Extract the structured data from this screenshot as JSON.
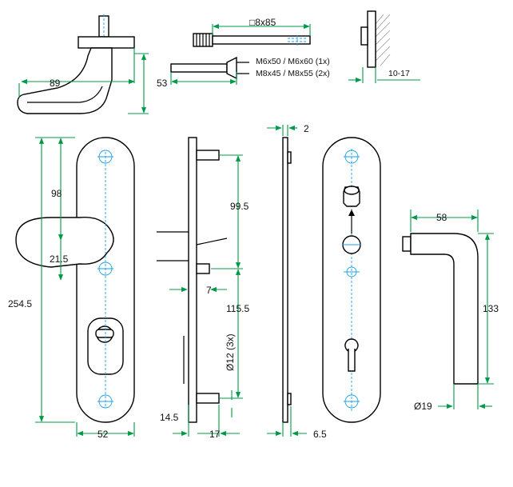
{
  "labels": {
    "lever_top_width": "89",
    "lever_top_height": "53",
    "screw_length": "□8x85",
    "screw_spec_1": "M6x50 / M6x60 (1x)",
    "screw_spec_2": "M8x45 / M8x55 (2x)",
    "door_thickness": "10-17",
    "knob_offset": "98",
    "rosette_offset": "21.5",
    "plate_height": "254.5",
    "plate_width": "52",
    "stud_spacing_top": "99.5",
    "stud_offset": "7",
    "stud_spacing_bottom": "115.5",
    "hole_dia": "Ø12 (3x)",
    "stud_bottom": "14.5",
    "plate_depth": "17",
    "back_plate_thickness": "2",
    "back_plate_depth": "6.5",
    "lever_projection": "58",
    "lever_height": "133",
    "lever_dia": "Ø19"
  },
  "colors": {
    "dimension": "#009a47",
    "centerline": "#1da1e6",
    "outline": "#000000"
  }
}
